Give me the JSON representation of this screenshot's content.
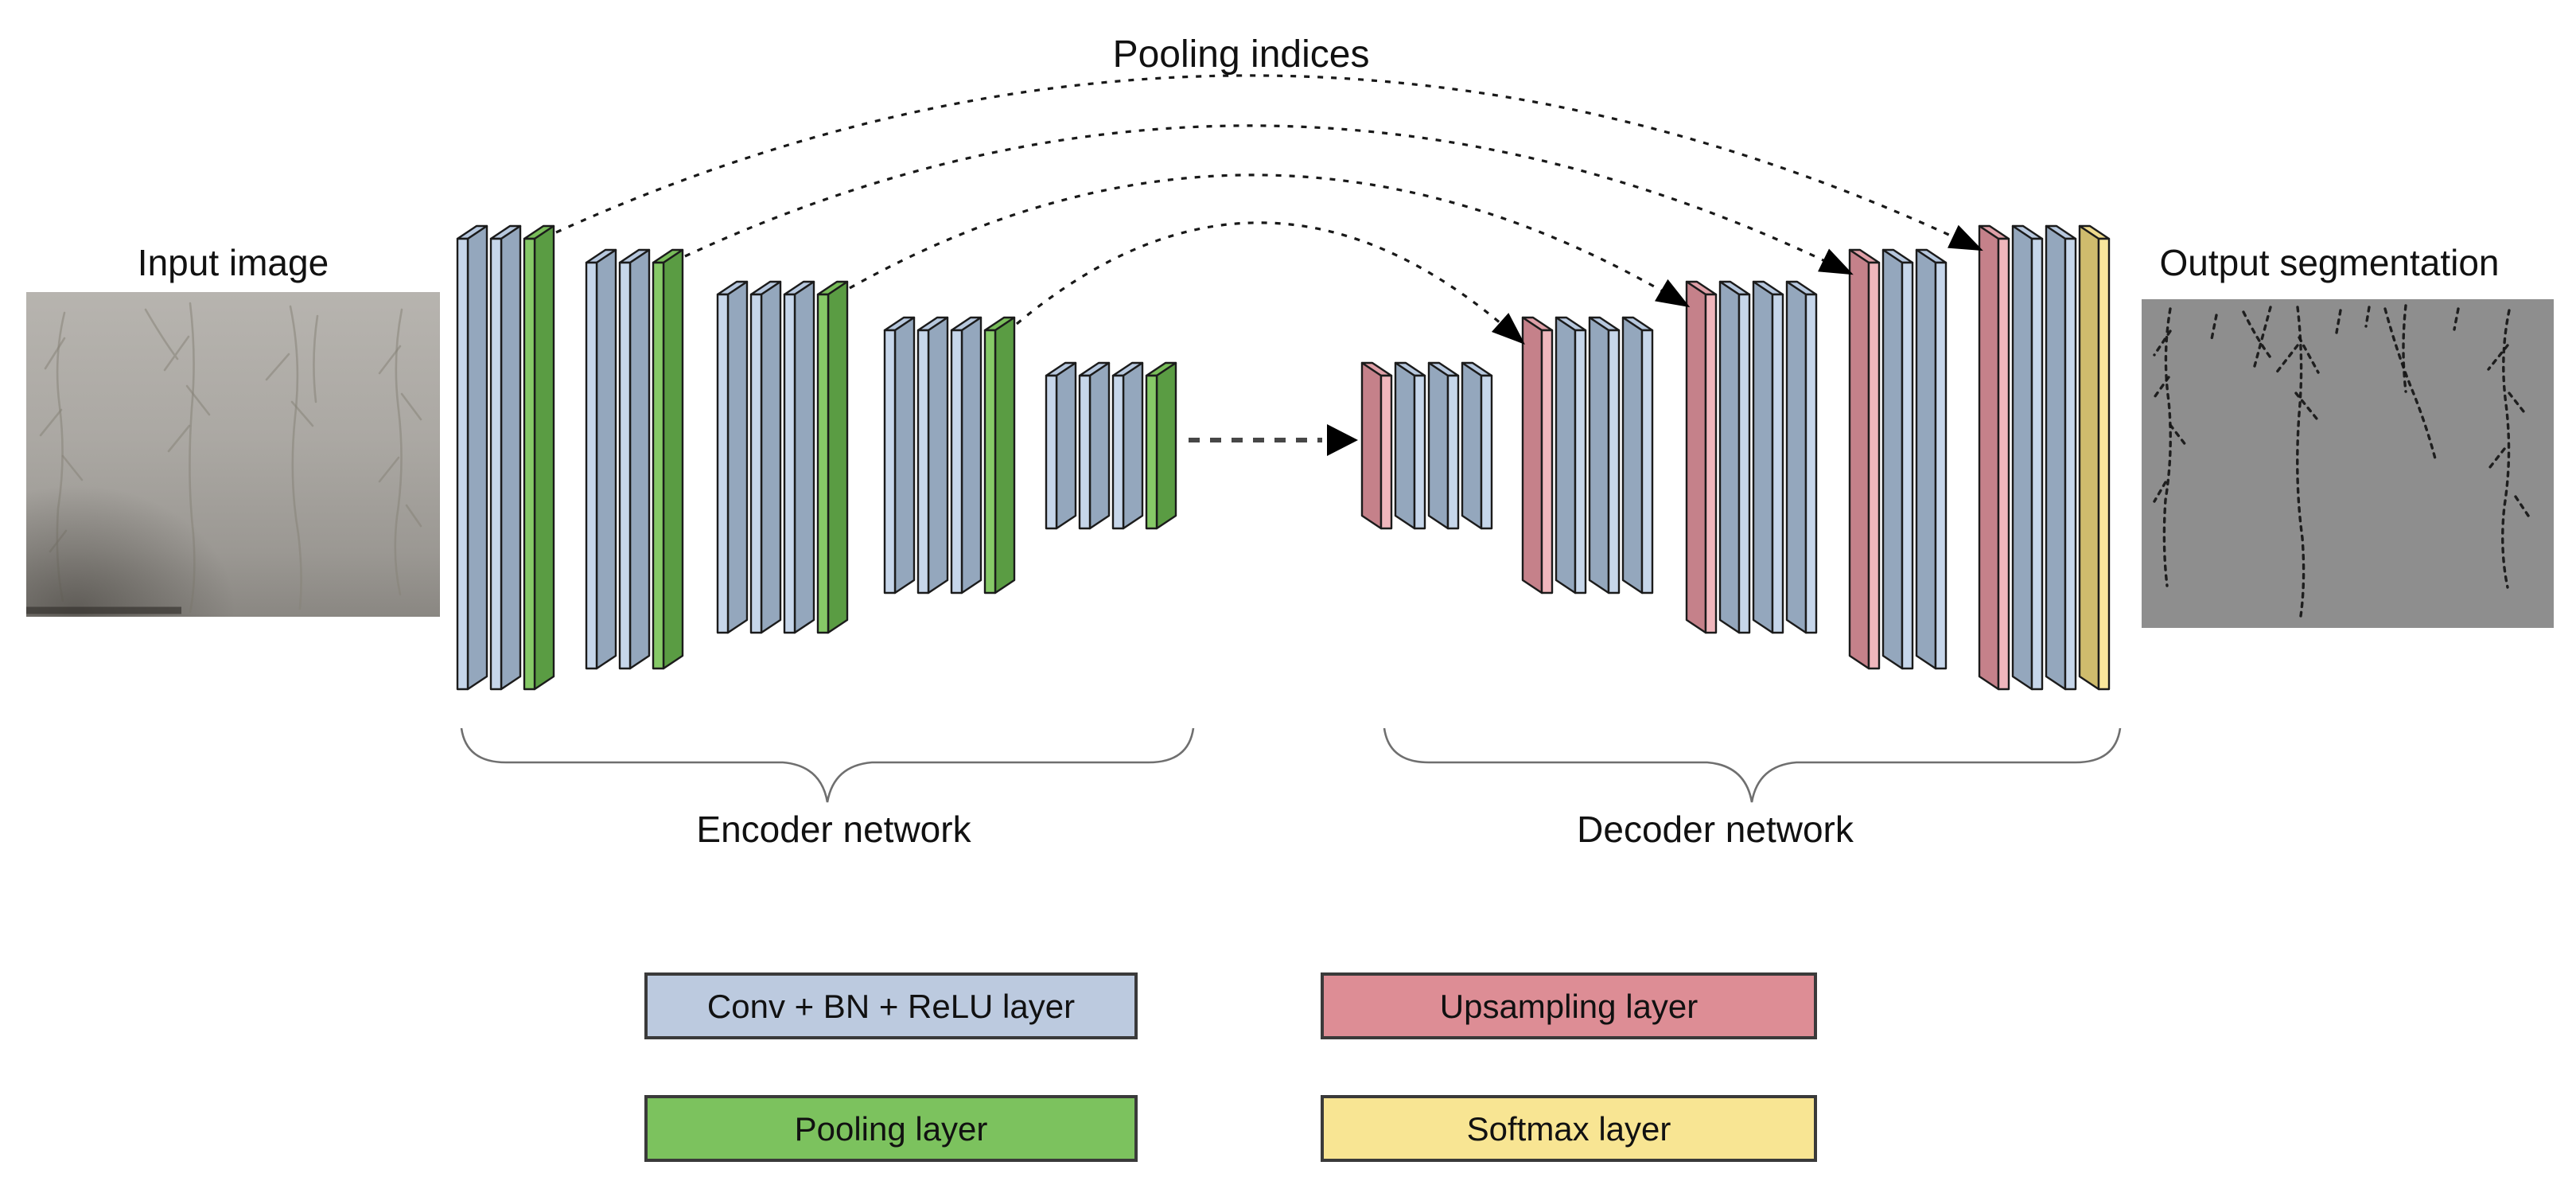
{
  "title": "Pooling indices",
  "input_image": {
    "label": "Input image"
  },
  "output_image": {
    "label": "Output segmentation"
  },
  "encoder": {
    "label": "Encoder network",
    "groups": [
      [
        "conv",
        "conv",
        "pool"
      ],
      [
        "conv",
        "conv",
        "pool"
      ],
      [
        "conv",
        "conv",
        "conv",
        "pool"
      ],
      [
        "conv",
        "conv",
        "conv",
        "pool"
      ],
      [
        "conv",
        "conv",
        "conv",
        "pool"
      ]
    ]
  },
  "decoder": {
    "label": "Decoder network",
    "groups": [
      [
        "upsample",
        "conv",
        "conv",
        "conv"
      ],
      [
        "upsample",
        "conv",
        "conv",
        "conv"
      ],
      [
        "upsample",
        "conv",
        "conv",
        "conv"
      ],
      [
        "upsample",
        "conv",
        "conv"
      ],
      [
        "upsample",
        "conv",
        "conv",
        "softmax"
      ]
    ]
  },
  "connections": {
    "pooling_indices_arc_count": 4,
    "bottleneck_arrow": true
  },
  "legend": {
    "items": [
      {
        "id": "conv",
        "label": "Conv + BN + ReLU layer",
        "color": "#bccadf"
      },
      {
        "id": "pool",
        "label": "Pooling layer",
        "color": "#7cc25e"
      },
      {
        "id": "upsample",
        "label": "Upsampling layer",
        "color": "#dd8d95"
      },
      {
        "id": "softmax",
        "label": "Softmax layer",
        "color": "#f8e593"
      }
    ]
  },
  "colors": {
    "conv": {
      "face": "#94a7bd",
      "edge": "#c6d6ea",
      "top": "#b7c8de"
    },
    "pool": {
      "face": "#5a9c43",
      "edge": "#86c967",
      "top": "#79bd5a"
    },
    "upsample": {
      "face": "#c5818a",
      "edge": "#f0b6bc",
      "top": "#dfa0a8"
    },
    "softmax": {
      "face": "#cfbc6d",
      "edge": "#f9e79c",
      "top": "#eeda8c"
    },
    "outline": "#1b1b1b",
    "arc": "#191919",
    "bottleneck_arrow": "#474747"
  }
}
